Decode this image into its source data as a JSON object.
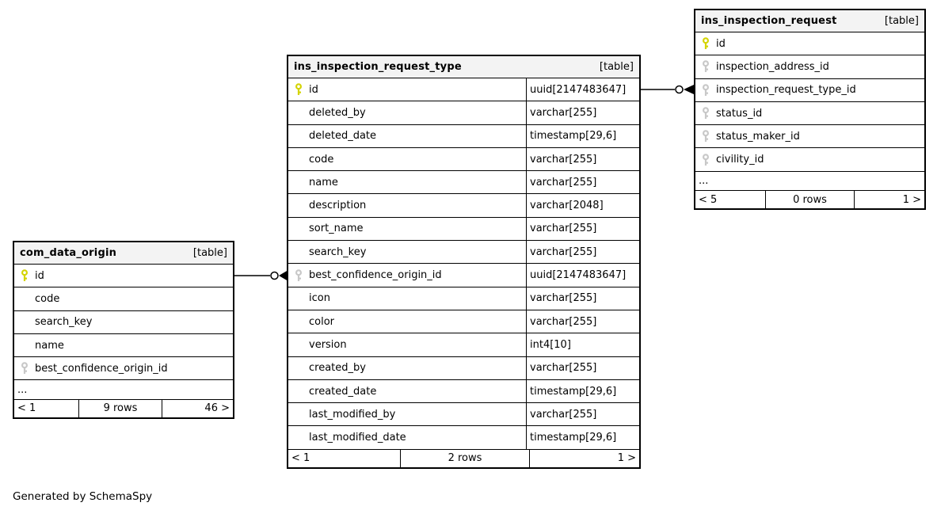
{
  "generated_note": "Generated by SchemaSpy",
  "colors": {
    "primary_key_icon": "#d4d404",
    "foreign_key_icon": "#c8c8c8",
    "header_bg": "#f3f3f3",
    "border": "#000000",
    "background": "#ffffff"
  },
  "tables": [
    {
      "id": "com_data_origin",
      "name": "com_data_origin",
      "badge": "[table]",
      "show_types": false,
      "columns": [
        {
          "name": "id",
          "key": "pk"
        },
        {
          "name": "code"
        },
        {
          "name": "search_key"
        },
        {
          "name": "name"
        },
        {
          "name": "best_confidence_origin_id",
          "key": "fk"
        },
        {
          "name": "...",
          "ellipsis": true
        }
      ],
      "footer": {
        "left": "< 1",
        "center": "9 rows",
        "right": "46 >"
      }
    },
    {
      "id": "ins_inspection_request_type",
      "name": "ins_inspection_request_type",
      "badge": "[table]",
      "show_types": true,
      "columns": [
        {
          "name": "id",
          "type": "uuid[2147483647]",
          "key": "pk"
        },
        {
          "name": "deleted_by",
          "type": "varchar[255]"
        },
        {
          "name": "deleted_date",
          "type": "timestamp[29,6]"
        },
        {
          "name": "code",
          "type": "varchar[255]"
        },
        {
          "name": "name",
          "type": "varchar[255]"
        },
        {
          "name": "description",
          "type": "varchar[2048]"
        },
        {
          "name": "sort_name",
          "type": "varchar[255]"
        },
        {
          "name": "search_key",
          "type": "varchar[255]"
        },
        {
          "name": "best_confidence_origin_id",
          "type": "uuid[2147483647]",
          "key": "fk"
        },
        {
          "name": "icon",
          "type": "varchar[255]"
        },
        {
          "name": "color",
          "type": "varchar[255]"
        },
        {
          "name": "version",
          "type": "int4[10]"
        },
        {
          "name": "created_by",
          "type": "varchar[255]"
        },
        {
          "name": "created_date",
          "type": "timestamp[29,6]"
        },
        {
          "name": "last_modified_by",
          "type": "varchar[255]"
        },
        {
          "name": "last_modified_date",
          "type": "timestamp[29,6]"
        }
      ],
      "footer": {
        "left": "< 1",
        "center": "2 rows",
        "right": "1 >"
      }
    },
    {
      "id": "ins_inspection_request",
      "name": "ins_inspection_request",
      "badge": "[table]",
      "show_types": false,
      "columns": [
        {
          "name": "id",
          "key": "pk"
        },
        {
          "name": "inspection_address_id",
          "key": "fk"
        },
        {
          "name": "inspection_request_type_id",
          "key": "fk"
        },
        {
          "name": "status_id",
          "key": "fk"
        },
        {
          "name": "status_maker_id",
          "key": "fk"
        },
        {
          "name": "civility_id",
          "key": "fk"
        },
        {
          "name": "...",
          "ellipsis": true
        }
      ],
      "footer": {
        "left": "< 5",
        "center": "0 rows",
        "right": "1 >"
      }
    }
  ],
  "relationships": [
    {
      "from_table": "com_data_origin",
      "from_column": "id",
      "to_table": "ins_inspection_request_type",
      "to_column": "best_confidence_origin_id",
      "cardinality": "zero-or-many"
    },
    {
      "from_table": "ins_inspection_request_type",
      "from_column": "id",
      "to_table": "ins_inspection_request",
      "to_column": "inspection_request_type_id",
      "cardinality": "zero-or-many"
    }
  ]
}
